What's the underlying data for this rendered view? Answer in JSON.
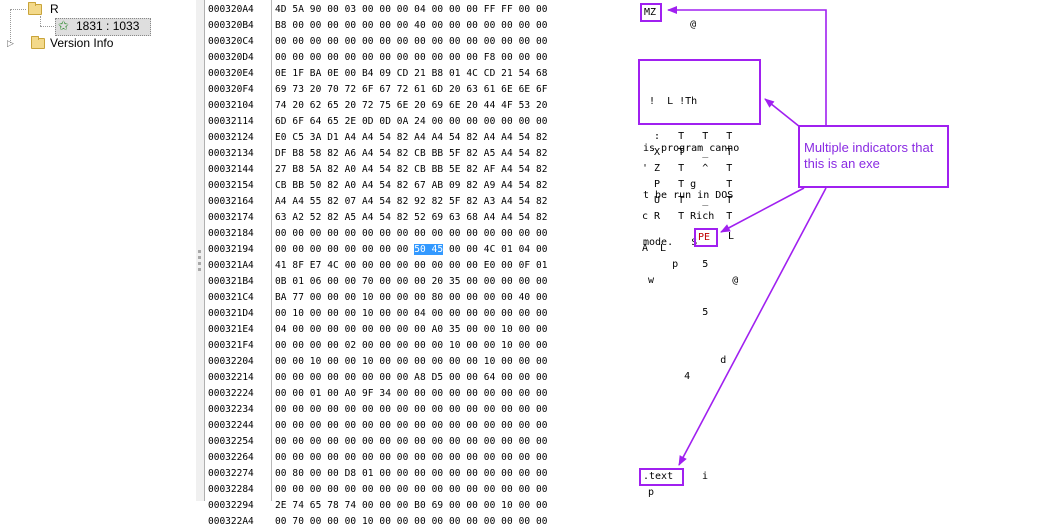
{
  "tree": {
    "root_label": "R",
    "child_label": "1831 : 1033",
    "sibling_label": "Version Info",
    "expander_glyph": "▷"
  },
  "hex": {
    "rows": [
      {
        "addr": "000320A4",
        "bytes": "4D 5A 90 00 03 00 00 00 04 00 00 00 FF FF 00 00"
      },
      {
        "addr": "000320B4",
        "bytes": "B8 00 00 00 00 00 00 00 40 00 00 00 00 00 00 00"
      },
      {
        "addr": "000320C4",
        "bytes": "00 00 00 00 00 00 00 00 00 00 00 00 00 00 00 00"
      },
      {
        "addr": "000320D4",
        "bytes": "00 00 00 00 00 00 00 00 00 00 00 00 F8 00 00 00"
      },
      {
        "addr": "000320E4",
        "bytes": "0E 1F BA 0E 00 B4 09 CD 21 B8 01 4C CD 21 54 68"
      },
      {
        "addr": "000320F4",
        "bytes": "69 73 20 70 72 6F 67 72 61 6D 20 63 61 6E 6E 6F"
      },
      {
        "addr": "00032104",
        "bytes": "74 20 62 65 20 72 75 6E 20 69 6E 20 44 4F 53 20"
      },
      {
        "addr": "00032114",
        "bytes": "6D 6F 64 65 2E 0D 0D 0A 24 00 00 00 00 00 00 00"
      },
      {
        "addr": "00032124",
        "bytes": "E0 C5 3A D1 A4 A4 54 82 A4 A4 54 82 A4 A4 54 82"
      },
      {
        "addr": "00032134",
        "bytes": "DF B8 58 82 A6 A4 54 82 CB BB 5F 82 A5 A4 54 82"
      },
      {
        "addr": "00032144",
        "bytes": "27 B8 5A 82 A0 A4 54 82 CB BB 5E 82 AF A4 54 82"
      },
      {
        "addr": "00032154",
        "bytes": "CB BB 50 82 A0 A4 54 82 67 AB 09 82 A9 A4 54 82"
      },
      {
        "addr": "00032164",
        "bytes": "A4 A4 55 82 07 A4 54 82 92 82 5F 82 A3 A4 54 82"
      },
      {
        "addr": "00032174",
        "bytes": "63 A2 52 82 A5 A4 54 82 52 69 63 68 A4 A4 54 82"
      },
      {
        "addr": "00032184",
        "bytes": "00 00 00 00 00 00 00 00 00 00 00 00 00 00 00 00"
      },
      {
        "addr": "00032194",
        "bytes_pre": "00 00 00 00 00 00 00 00 ",
        "bytes_hl": "50 45",
        "bytes_post": " 00 00 4C 01 04 00"
      },
      {
        "addr": "000321A4",
        "bytes": "41 8F E7 4C 00 00 00 00 00 00 00 00 E0 00 0F 01"
      },
      {
        "addr": "000321B4",
        "bytes": "0B 01 06 00 00 70 00 00 00 20 35 00 00 00 00 00"
      },
      {
        "addr": "000321C4",
        "bytes": "BA 77 00 00 00 10 00 00 00 80 00 00 00 00 40 00"
      },
      {
        "addr": "000321D4",
        "bytes": "00 10 00 00 00 10 00 00 04 00 00 00 00 00 00 00"
      },
      {
        "addr": "000321E4",
        "bytes": "04 00 00 00 00 00 00 00 00 A0 35 00 00 10 00 00"
      },
      {
        "addr": "000321F4",
        "bytes": "00 00 00 00 02 00 00 00 00 00 10 00 00 10 00 00"
      },
      {
        "addr": "00032204",
        "bytes": "00 00 10 00 00 10 00 00 00 00 00 00 10 00 00 00"
      },
      {
        "addr": "00032214",
        "bytes": "00 00 00 00 00 00 00 00 A8 D5 00 00 64 00 00 00"
      },
      {
        "addr": "00032224",
        "bytes": "00 00 01 00 A0 9F 34 00 00 00 00 00 00 00 00 00"
      },
      {
        "addr": "00032234",
        "bytes": "00 00 00 00 00 00 00 00 00 00 00 00 00 00 00 00"
      },
      {
        "addr": "00032244",
        "bytes": "00 00 00 00 00 00 00 00 00 00 00 00 00 00 00 00"
      },
      {
        "addr": "00032254",
        "bytes": "00 00 00 00 00 00 00 00 00 00 00 00 00 00 00 00"
      },
      {
        "addr": "00032264",
        "bytes": "00 00 00 00 00 00 00 00 00 00 00 00 00 00 00 00"
      },
      {
        "addr": "00032274",
        "bytes": "00 80 00 00 D8 01 00 00 00 00 00 00 00 00 00 00"
      },
      {
        "addr": "00032284",
        "bytes": "00 00 00 00 00 00 00 00 00 00 00 00 00 00 00 00"
      },
      {
        "addr": "00032294",
        "bytes": "2E 74 65 78 74 00 00 00 B0 69 00 00 00 10 00 00"
      },
      {
        "addr": "000322A4",
        "bytes": "00 70 00 00 00 10 00 00 00 00 00 00 00 00 00 00"
      }
    ],
    "scroll_up_glyph": "▲",
    "scroll_down_glyph": "▼"
  },
  "ascii": {
    "mz": "MZ",
    "r1": "        @",
    "dos": [
      " !  L !Th",
      "is program canno",
      "t be run in DOS",
      "mode.   $"
    ],
    "r8": "  :   T   T   T",
    "r9": "  X   T   _   T",
    "r10": "' Z   T   ^   T",
    "r11": "  P   T g     T",
    "r12": "  U   T   _   T",
    "r13": "c R   T Rich  T",
    "pe": "PE",
    "pe_tail": "L",
    "r16": "A  L",
    "r17": "     p    5",
    "r18": " w             @",
    "r20": "          5",
    "r23": "             d",
    "r24": "       4",
    "text_sec": ".text",
    "text_tail": "i",
    "r32": " p"
  },
  "annotation": {
    "callout_text": "Multiple indicators that this is an exe",
    "color": "#a020f0"
  },
  "colors": {
    "highlight": "#3399ff",
    "pe_text": "#c00000",
    "tree_selection": "#dedede"
  }
}
